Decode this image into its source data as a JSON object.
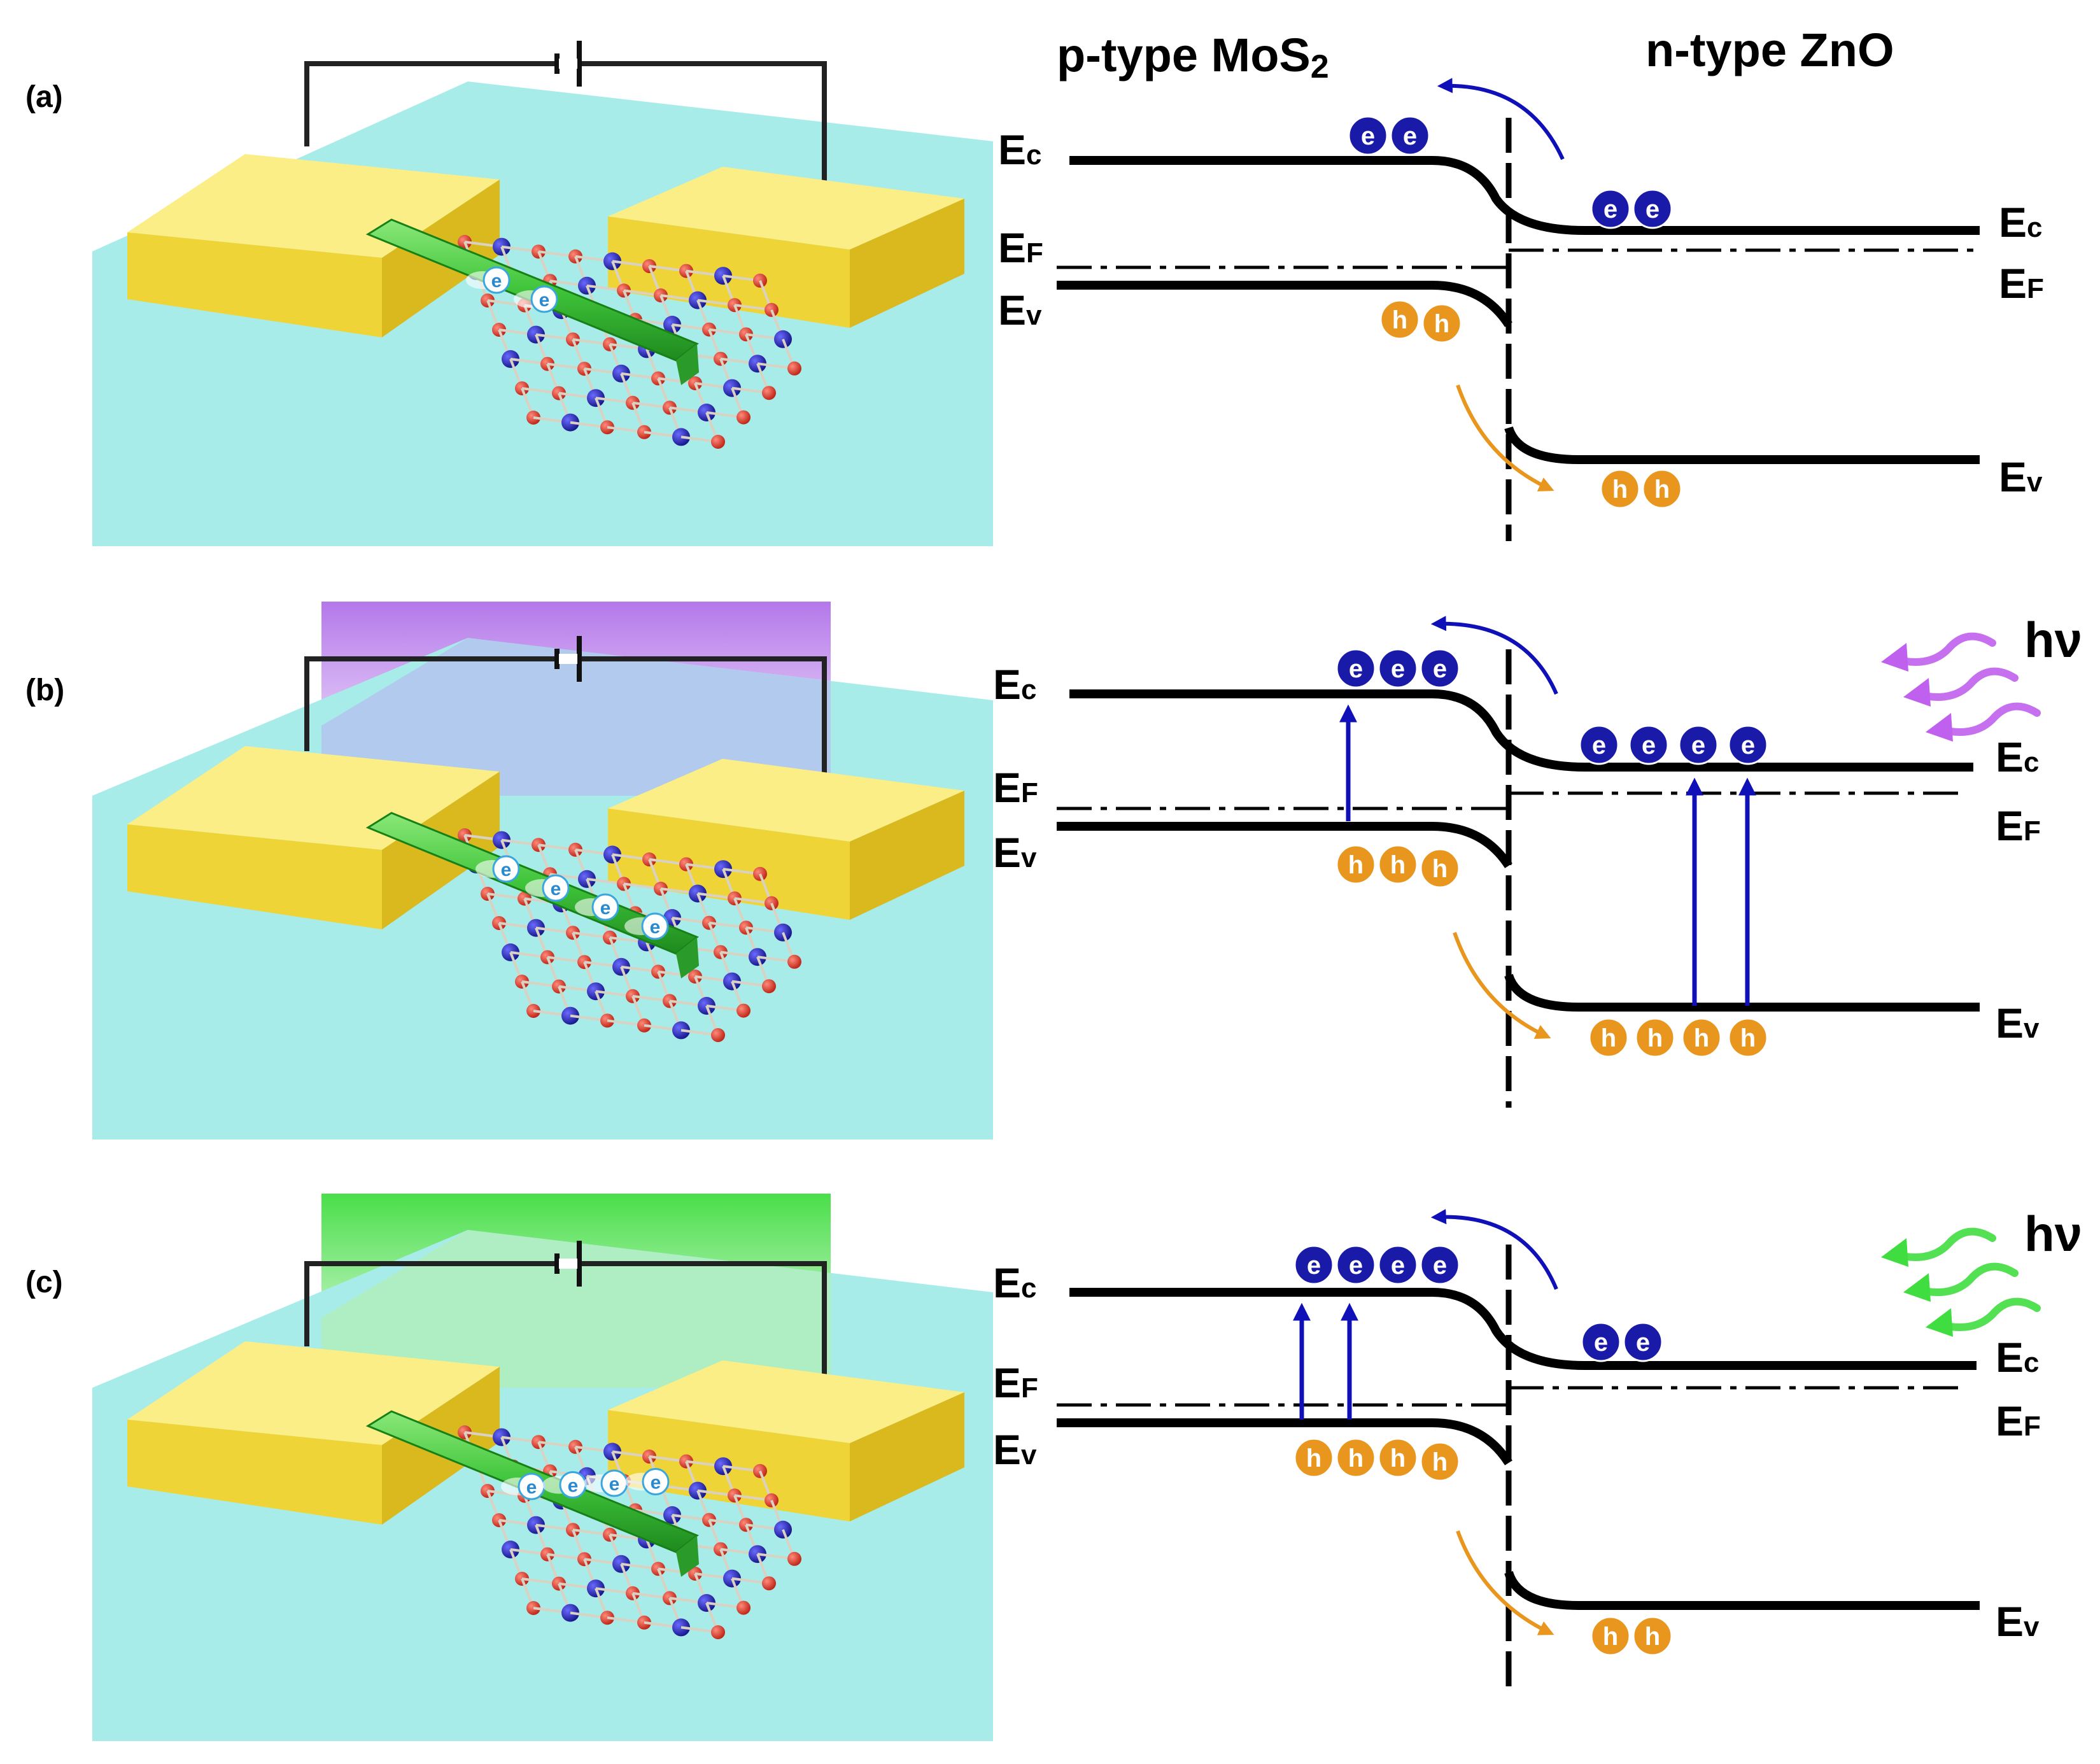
{
  "figure": {
    "headers": {
      "p_side_main": "p-type MoS",
      "p_side_sub": "2",
      "n_side": "n-type ZnO"
    },
    "symbols": {
      "conduction": "E",
      "conduction_sub": "c",
      "fermi": "E",
      "fermi_sub": "F",
      "valence": "E",
      "valence_sub": "v",
      "electron": "e",
      "hole": "h",
      "photon": "hν"
    },
    "colors": {
      "background": "#ffffff",
      "substrate": "#a8ecea",
      "electrode": "#f3dc3a",
      "nanowire": "#3fc43a",
      "electron_marker": "#1a1aa8",
      "hole_marker": "#e8961e",
      "excitation_arrow": "#1010b8",
      "uv_light": "#b070e8",
      "green_light": "#40dd40",
      "band_line": "#000000"
    },
    "panels": [
      {
        "label": "(a)",
        "illumination": "none",
        "mos2_conduction_electrons": 2,
        "mos2_valence_holes": 2,
        "zno_conduction_electrons": 2,
        "zno_valence_holes": 2,
        "mos2_excitations": 0,
        "zno_excitations": 0,
        "photon_label": "",
        "nanowire_electrons": 2
      },
      {
        "label": "(b)",
        "illumination": "uv",
        "mos2_conduction_electrons": 3,
        "mos2_valence_holes": 3,
        "zno_conduction_electrons": 4,
        "zno_valence_holes": 4,
        "mos2_excitations": 1,
        "zno_excitations": 2,
        "photon_label": "hν",
        "nanowire_electrons": 4
      },
      {
        "label": "(c)",
        "illumination": "green",
        "mos2_conduction_electrons": 4,
        "mos2_valence_holes": 4,
        "zno_conduction_electrons": 2,
        "zno_valence_holes": 2,
        "mos2_excitations": 2,
        "zno_excitations": 0,
        "photon_label": "hν",
        "nanowire_electrons": 4
      }
    ]
  }
}
